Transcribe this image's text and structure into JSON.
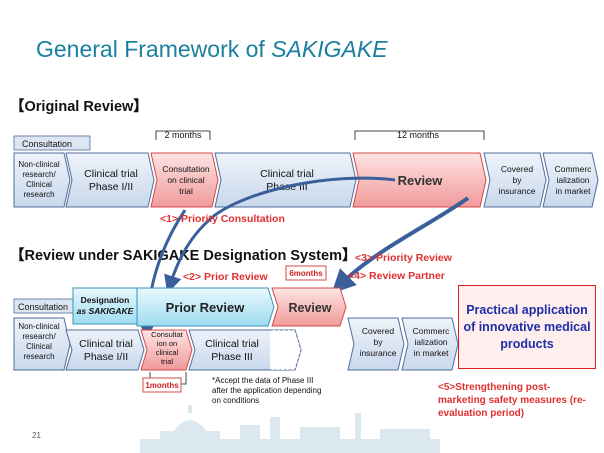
{
  "title": {
    "main": "General Framework of ",
    "emph": "SAKIGAKE"
  },
  "original": {
    "heading": "【Original Review】",
    "consultation": "Consultation",
    "two_months": "2 months",
    "twelve_months": "12 months",
    "steps": [
      {
        "lines": [
          "Non-clinical",
          "research/",
          "Clinical",
          "research"
        ]
      },
      {
        "lines": [
          "Clinical trial",
          "Phase I/II"
        ]
      },
      {
        "lines": [
          "Consultation",
          "on clinical",
          "trial"
        ]
      },
      {
        "lines": [
          "Clinical trial",
          "Phase III"
        ]
      },
      {
        "lines": [
          "Review"
        ]
      },
      {
        "lines": [
          "Covered",
          "by",
          "insurance"
        ]
      },
      {
        "lines": [
          "Commerc",
          "ialization",
          "in market"
        ]
      }
    ]
  },
  "labels": {
    "priority_consultation": "<1> Priority Consultation",
    "prior_review": "<2> Prior Review",
    "priority_review": "<3> Priority Review",
    "review_partner": "<4> Review Partner",
    "six_months": "6months",
    "one_months": "1months",
    "post_marketing": "<5>Strengthening post-marketing safety measures (re-evaluation period)",
    "note": "*Accept the data of Phase III after the application depending on conditions"
  },
  "sakigake": {
    "heading": "【Review under SAKIGAKE Designation System】",
    "consultation": "Consultation",
    "designation": [
      "Designation",
      "as SAKIGAKE"
    ],
    "prior_review": "Prior Review",
    "review": "Review",
    "steps": [
      {
        "lines": [
          "Non-clinical",
          "research/",
          "Clinical",
          "research"
        ]
      },
      {
        "lines": [
          "Clinical trial",
          "Phase I/II"
        ]
      },
      {
        "lines": [
          "Consultat",
          "ion on",
          "clinical",
          "trial"
        ]
      },
      {
        "lines": [
          "Clinical trial",
          "Phase III"
        ]
      },
      {
        "lines": [
          "Covered",
          "by",
          "insurance"
        ]
      },
      {
        "lines": [
          "Commerc",
          "ialization",
          "in market"
        ]
      }
    ]
  },
  "practical": "Practical application of innovative medical products",
  "page_number": "21",
  "colors": {
    "title": "#1b7fa0",
    "red_text": "#e03030",
    "blue_text": "#1e2ea6",
    "step_fill": "#dce6f2",
    "step_stroke": "#4f6e9a",
    "pink_fill": "#f4b6b6",
    "pink_stroke": "#d44848",
    "cyan_fill": "#bfe9f5",
    "arrow": "#3a5f9a"
  }
}
